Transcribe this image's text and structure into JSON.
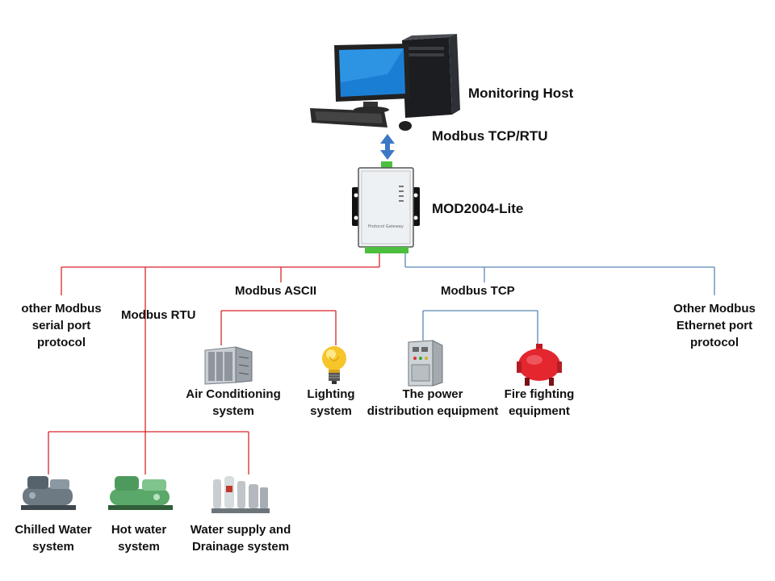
{
  "nodes": {
    "host": "Monitoring Host",
    "host_link": "Modbus TCP/RTU",
    "gateway": "MOD2004-Lite",
    "gateway_panel_text": "Protocol Gateway"
  },
  "branches": {
    "serial_other": [
      "other  Modbus",
      "serial port",
      "protocol"
    ],
    "rtu": "Modbus RTU",
    "ascii": "Modbus ASCII",
    "tcp": "Modbus TCP",
    "ethernet_other": [
      "Other Modbus",
      "Ethernet port",
      "protocol"
    ]
  },
  "devices": {
    "air_conditioning": [
      "Air Conditioning",
      "system"
    ],
    "lighting": [
      "Lighting",
      "system"
    ],
    "power_distribution": [
      "The power",
      "distribution equipment"
    ],
    "fire_fighting": [
      "Fire fighting",
      "equipment"
    ],
    "chilled_water": [
      "Chilled Water",
      "system"
    ],
    "hot_water": [
      "Hot water",
      "system"
    ],
    "water_supply": [
      "Water supply and",
      "Drainage system"
    ]
  },
  "colors": {
    "serial_line": "#d9252a",
    "ethernet_line": "#5b86b5",
    "arrow": "#3d78c4",
    "monitor_screen": "#1a7fd4",
    "gateway_body": "#eef1f4",
    "terminal_green": "#4cbf3f"
  }
}
